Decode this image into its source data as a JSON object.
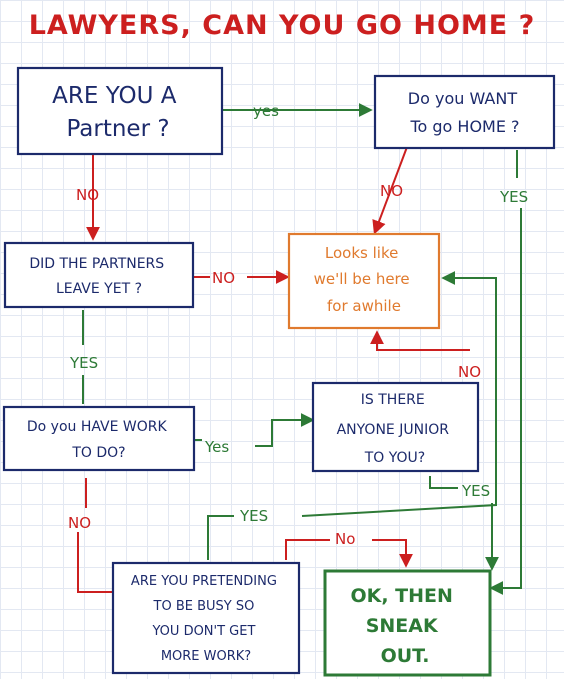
{
  "title": "LAWYERS, CAN YOU GO HOME ?",
  "nodes": {
    "partner": {
      "lines": [
        "ARE YOU A",
        "Partner ?"
      ]
    },
    "want_home": {
      "lines": [
        "Do you WANT",
        "To go HOME ?"
      ]
    },
    "partners_left": {
      "lines": [
        "DID THE PARTNERS",
        "LEAVE YET ?"
      ]
    },
    "here_awhile": {
      "lines": [
        "Looks like",
        "we'll be here",
        "for awhile"
      ]
    },
    "have_work": {
      "lines": [
        "Do you HAVE WORK",
        "TO DO?"
      ]
    },
    "anyone_junior": {
      "lines": [
        "IS THERE",
        "ANYONE JUNIOR",
        "TO YOU?"
      ]
    },
    "pretending": {
      "lines": [
        "ARE YOU PRETENDING",
        "TO BE BUSY SO",
        "YOU DON'T GET",
        "MORE WORK?"
      ]
    },
    "sneak_out": {
      "lines": [
        "OK, THEN",
        "SNEAK",
        "OUT."
      ]
    }
  },
  "edge_labels": {
    "partner_yes": "yes",
    "partner_no": "NO",
    "want_no": "NO",
    "want_yes": "YES",
    "partners_left_no": "NO",
    "partners_left_yes": "YES",
    "have_work_yes": "Yes",
    "have_work_no": "NO",
    "junior_no": "NO",
    "junior_yes": "YES",
    "pretending_yes": "YES",
    "pretending_no": "No"
  },
  "colors": {
    "title": "#cc1f1f",
    "question_box": "#1c2a6b",
    "no_path": "#cc1f1f",
    "yes_path": "#2d7a36",
    "stay_box": "#e07a2e",
    "go_box": "#2d7a36"
  }
}
